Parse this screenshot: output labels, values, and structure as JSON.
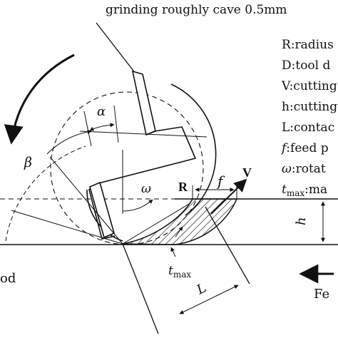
{
  "diagram": {
    "title": "grinding roughly cave 0.5mm",
    "legend": [
      {
        "symbol": "R",
        "text": ":radius"
      },
      {
        "symbol": "D",
        "text": ":tool d"
      },
      {
        "symbol": "V",
        "text": ":cutting"
      },
      {
        "symbol": "h",
        "text": ":cutting"
      },
      {
        "symbol": "L",
        "text": ":contac"
      },
      {
        "symbol": "f",
        "text": ":feed p"
      },
      {
        "symbol": "ω",
        "text": ":rotat"
      },
      {
        "symbol": "t",
        "sub": "max",
        "text": ":ma"
      }
    ],
    "labels": {
      "alpha": "α",
      "beta": "β",
      "omega": "ω",
      "R": "R",
      "f": "f",
      "V": "V",
      "h": "h",
      "L": "L",
      "tmax_base": "t",
      "tmax_sub": "max",
      "rod": "od",
      "feed": "Fe"
    },
    "colors": {
      "ink": "#111111",
      "paper": "#ffffff"
    }
  }
}
